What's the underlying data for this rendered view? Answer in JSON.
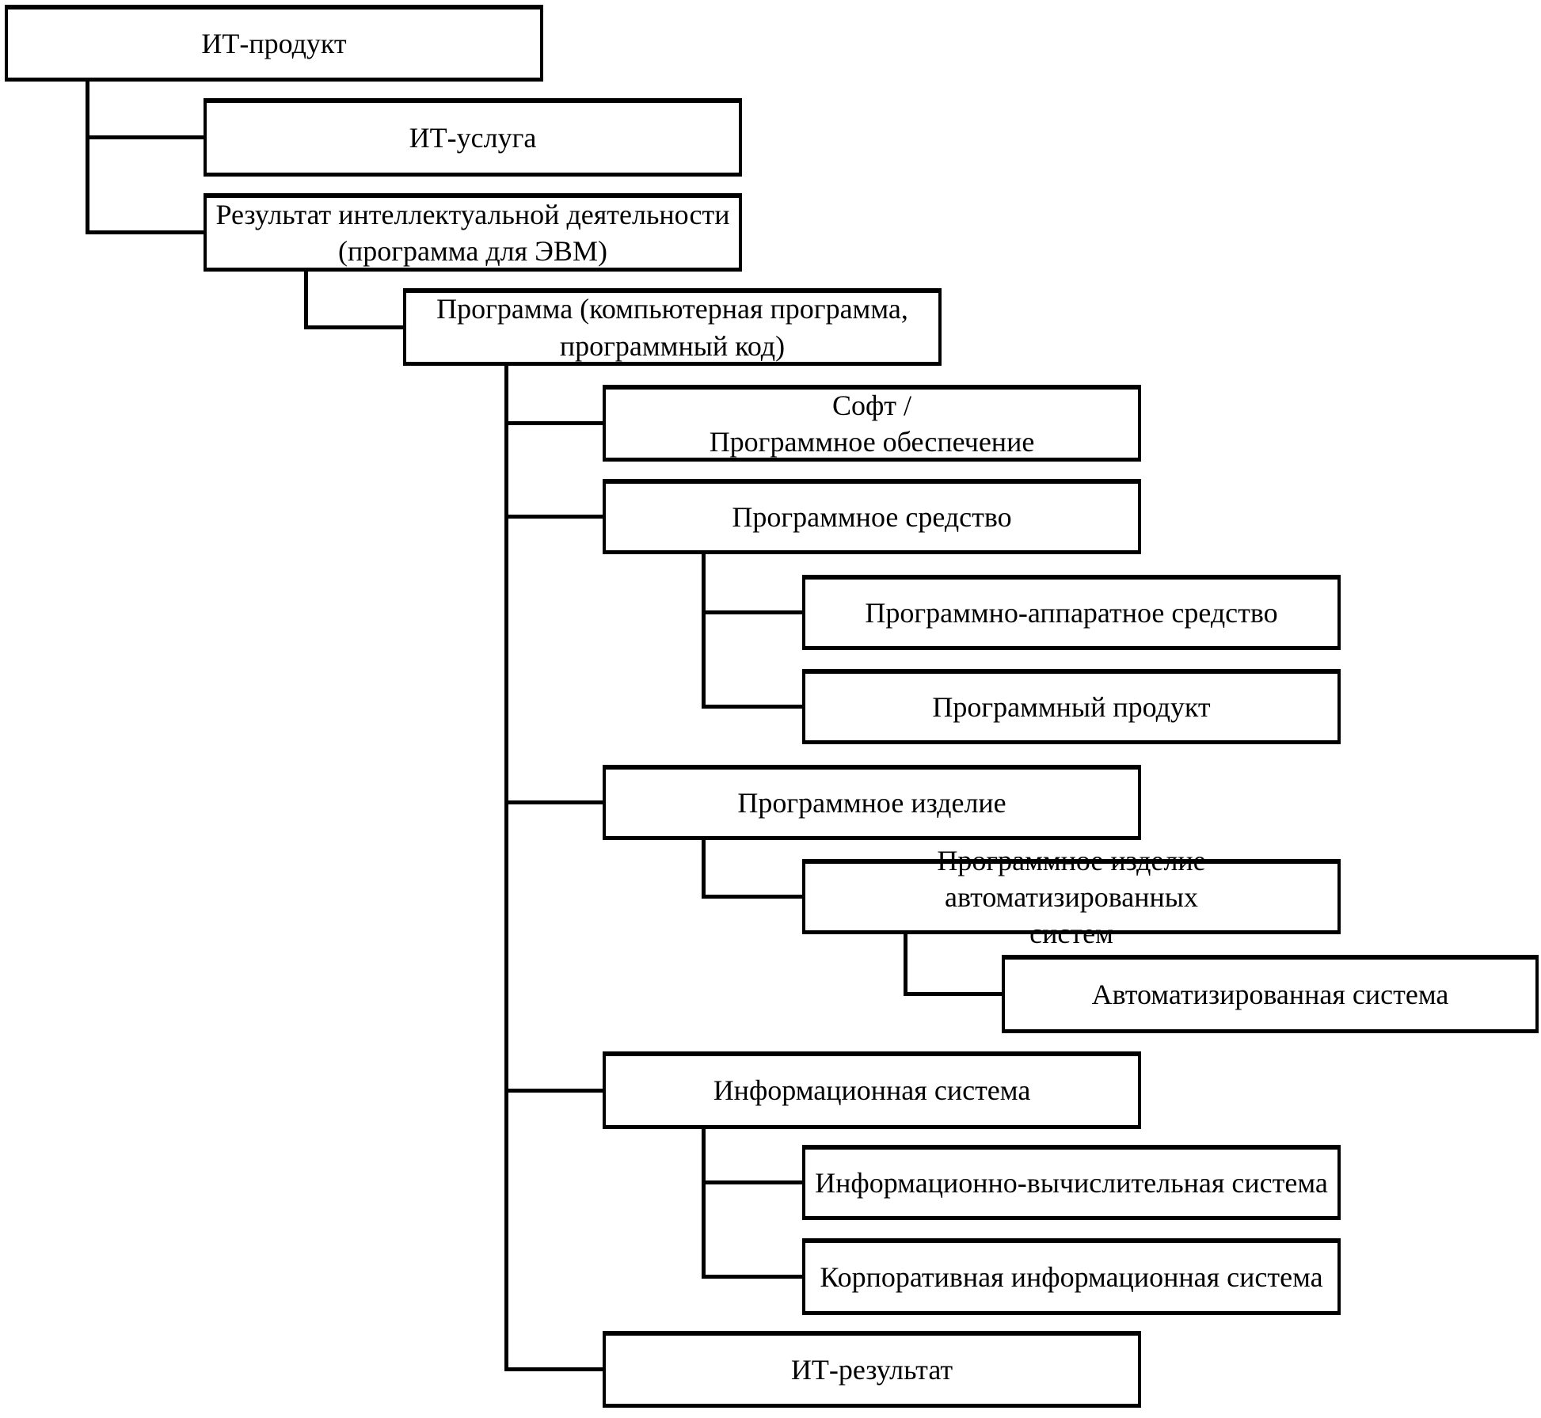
{
  "diagram": {
    "type": "hierarchy-tree",
    "background_color": "#ffffff",
    "box_border_color": "#000000",
    "text_color": "#000000",
    "connector_color": "#000000",
    "nodes": [
      {
        "id": "it-product",
        "label": "ИТ-продукт",
        "level": 0,
        "parent": null
      },
      {
        "id": "it-service",
        "label": "ИТ-услуга",
        "level": 1,
        "parent": "it-product"
      },
      {
        "id": "intellectual-result",
        "label": "Результат интеллектуальной деятельности\n(программа для ЭВМ)",
        "level": 1,
        "parent": "it-product"
      },
      {
        "id": "program",
        "label": "Программа (компьютерная программа,\nпрограммный код)",
        "level": 2,
        "parent": "intellectual-result"
      },
      {
        "id": "soft-software",
        "label": "Софт /\nПрограммное обеспечение",
        "level": 3,
        "parent": "program"
      },
      {
        "id": "software-tool",
        "label": "Программное средство",
        "level": 3,
        "parent": "program"
      },
      {
        "id": "hardware-software-tool",
        "label": "Программно-аппаратное средство",
        "level": 4,
        "parent": "software-tool"
      },
      {
        "id": "software-product",
        "label": "Программный продукт",
        "level": 4,
        "parent": "software-tool"
      },
      {
        "id": "software-item",
        "label": "Программное изделие",
        "level": 3,
        "parent": "program"
      },
      {
        "id": "software-item-as",
        "label": "Программное изделие автоматизированных\nсистем",
        "level": 4,
        "parent": "software-item"
      },
      {
        "id": "automated-system",
        "label": "Автоматизированная система",
        "level": 5,
        "parent": "software-item-as"
      },
      {
        "id": "information-system",
        "label": "Информационная система",
        "level": 3,
        "parent": "program"
      },
      {
        "id": "info-computing-system",
        "label": "Информационно-вычислительная система",
        "level": 4,
        "parent": "information-system"
      },
      {
        "id": "corporate-info-system",
        "label": "Корпоративная информационная система",
        "level": 4,
        "parent": "information-system"
      },
      {
        "id": "it-result",
        "label": "ИТ-результат",
        "level": 3,
        "parent": "program"
      }
    ]
  }
}
